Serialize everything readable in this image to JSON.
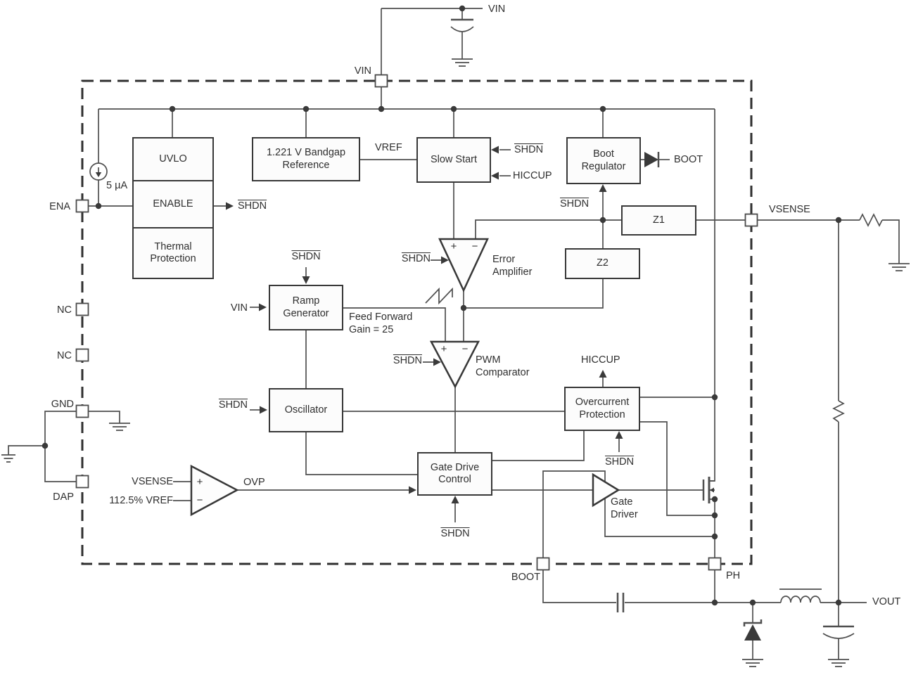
{
  "pins": {
    "vin": "VIN",
    "ena": "ENA",
    "nc_top": "NC",
    "nc_bottom": "NC",
    "gnd": "GND",
    "dap": "DAP",
    "boot": "BOOT",
    "ph": "PH",
    "vsense": "VSENSE"
  },
  "blocks": {
    "uvlo": "UVLO",
    "enable": "ENABLE",
    "thermal_protection": "Thermal Protection",
    "bandgap": "1.221 V Bandgap Reference",
    "slow_start": "Slow Start",
    "boot_regulator": "Boot Regulator",
    "z1": "Z1",
    "z2": "Z2",
    "ramp_generator": "Ramp Generator",
    "oscillator": "Oscillator",
    "gate_drive_control": "Gate Drive Control",
    "overcurrent_protection": "Overcurrent Protection"
  },
  "amplifiers": {
    "error_amplifier": "Error Amplifier",
    "pwm_comparator": "PWM Comparator",
    "gate_driver": "Gate Driver"
  },
  "signals": {
    "shdn": "SHDN",
    "hiccup": "HICCUP",
    "vref": "VREF",
    "vin": "VIN",
    "vout": "VOUT",
    "boot": "BOOT",
    "vsense": "VSENSE",
    "ovp": "OVP",
    "bias_current": "5 µA",
    "feed_forward": "Feed Forward Gain = 25",
    "ovp_threshold": "112.5% VREF",
    "plus": "+",
    "minus": "−"
  },
  "colors": {
    "line": "#4f4f4f",
    "block_border": "#383838",
    "background": "#ffffff"
  }
}
